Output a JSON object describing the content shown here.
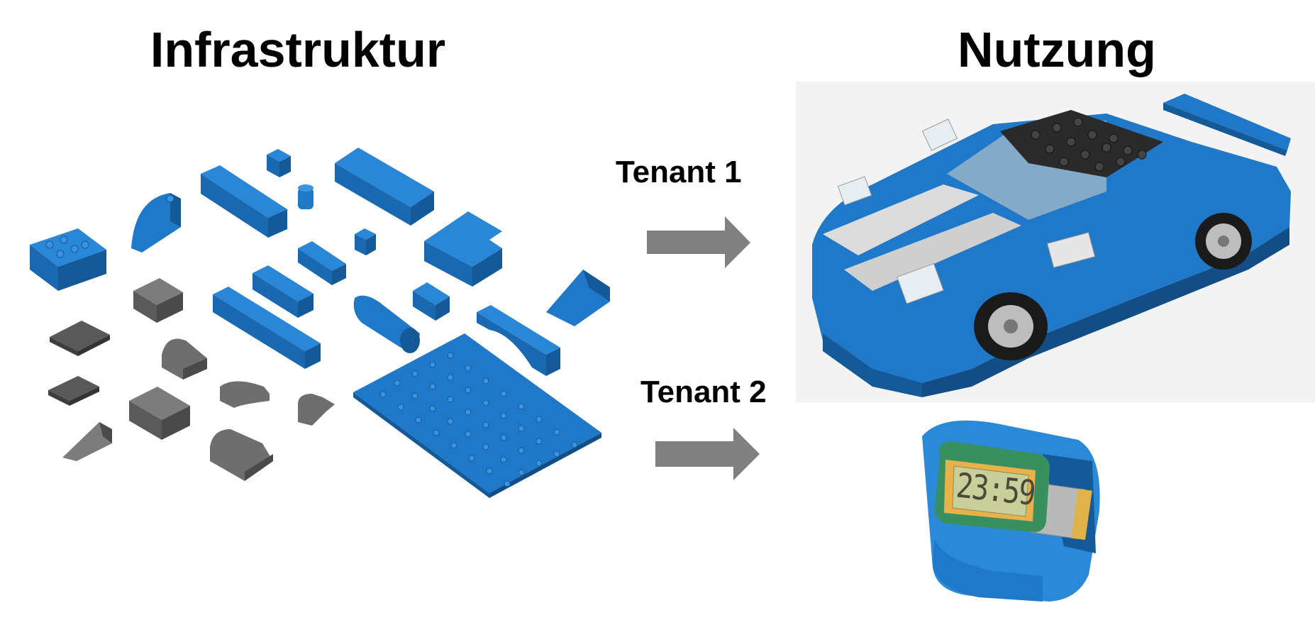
{
  "titles": {
    "left": "Infrastruktur",
    "right": "Nutzung"
  },
  "tenants": [
    {
      "label": "Tenant 1",
      "target": "lego-car"
    },
    {
      "label": "Tenant 2",
      "target": "lego-watch"
    }
  ],
  "watch": {
    "display_time": "23:59"
  },
  "colors": {
    "brick_blue": "#1f78c8",
    "brick_blue_dark": "#155a98",
    "brick_gray": "#6e6e6e",
    "brick_gray_dark": "#4a4a4a",
    "arrow_gray": "#808080",
    "watch_frame": "#e9b14a",
    "watch_screen": "#c9cf9a"
  },
  "icons": [
    "lego-bricks-illustration",
    "arrow-right-icon",
    "lego-car-illustration",
    "lego-watch-illustration"
  ]
}
